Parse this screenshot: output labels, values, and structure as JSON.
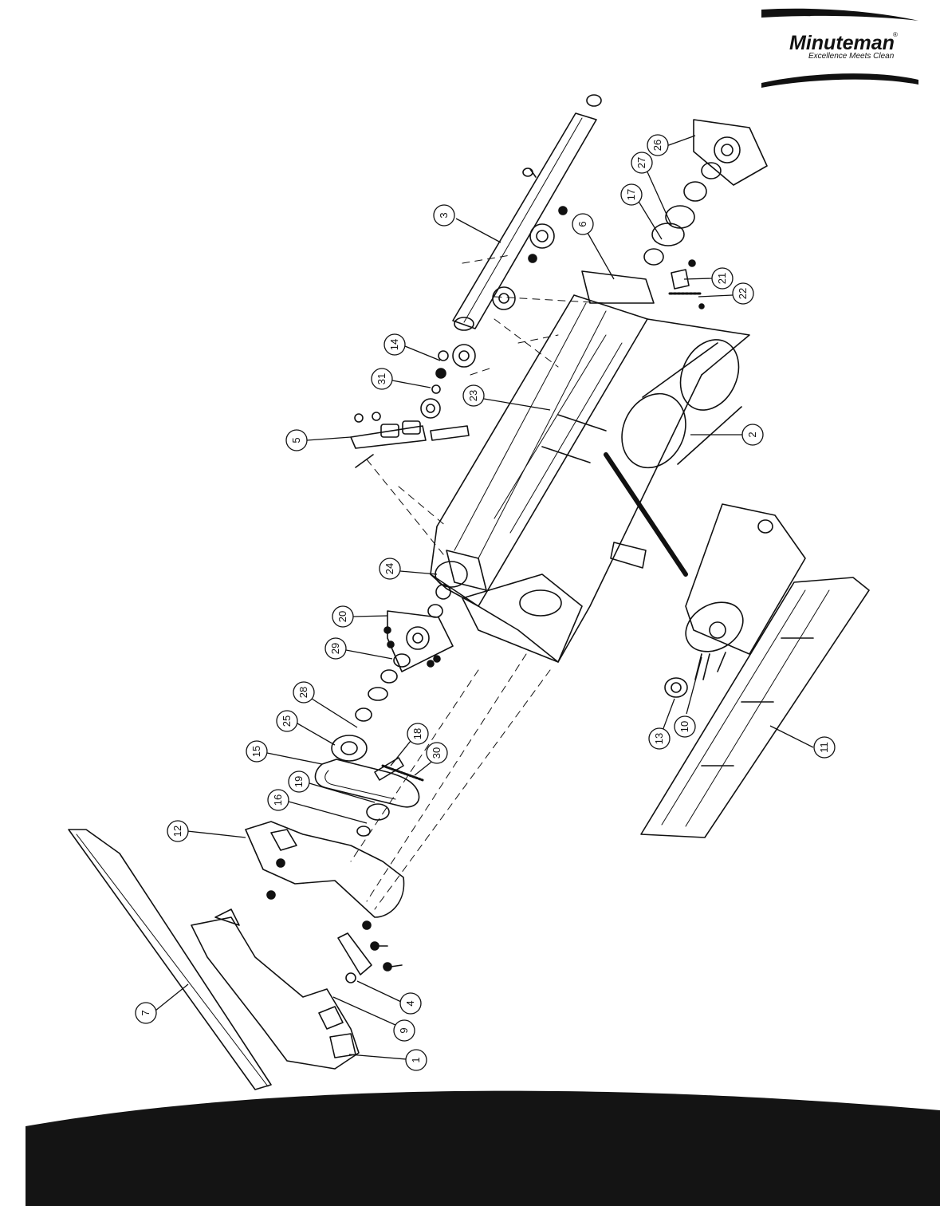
{
  "brand": {
    "name": "Minuteman",
    "registered_mark": "®",
    "tagline": "Excellence Meets Clean"
  },
  "colors": {
    "ink": "#111111",
    "paper": "#ffffff",
    "band": "#141414"
  },
  "callouts": [
    {
      "label": "1"
    },
    {
      "label": "2"
    },
    {
      "label": "3"
    },
    {
      "label": "4"
    },
    {
      "label": "5"
    },
    {
      "label": "6"
    },
    {
      "label": "7"
    },
    {
      "label": "9"
    },
    {
      "label": "10"
    },
    {
      "label": "11"
    },
    {
      "label": "12"
    },
    {
      "label": "13"
    },
    {
      "label": "14"
    },
    {
      "label": "15"
    },
    {
      "label": "16"
    },
    {
      "label": "17"
    },
    {
      "label": "18"
    },
    {
      "label": "19"
    },
    {
      "label": "20"
    },
    {
      "label": "21"
    },
    {
      "label": "22"
    },
    {
      "label": "23"
    },
    {
      "label": "24"
    },
    {
      "label": "25"
    },
    {
      "label": "26"
    },
    {
      "label": "27"
    },
    {
      "label": "28"
    },
    {
      "label": "29"
    },
    {
      "label": "30"
    },
    {
      "label": "31"
    }
  ]
}
